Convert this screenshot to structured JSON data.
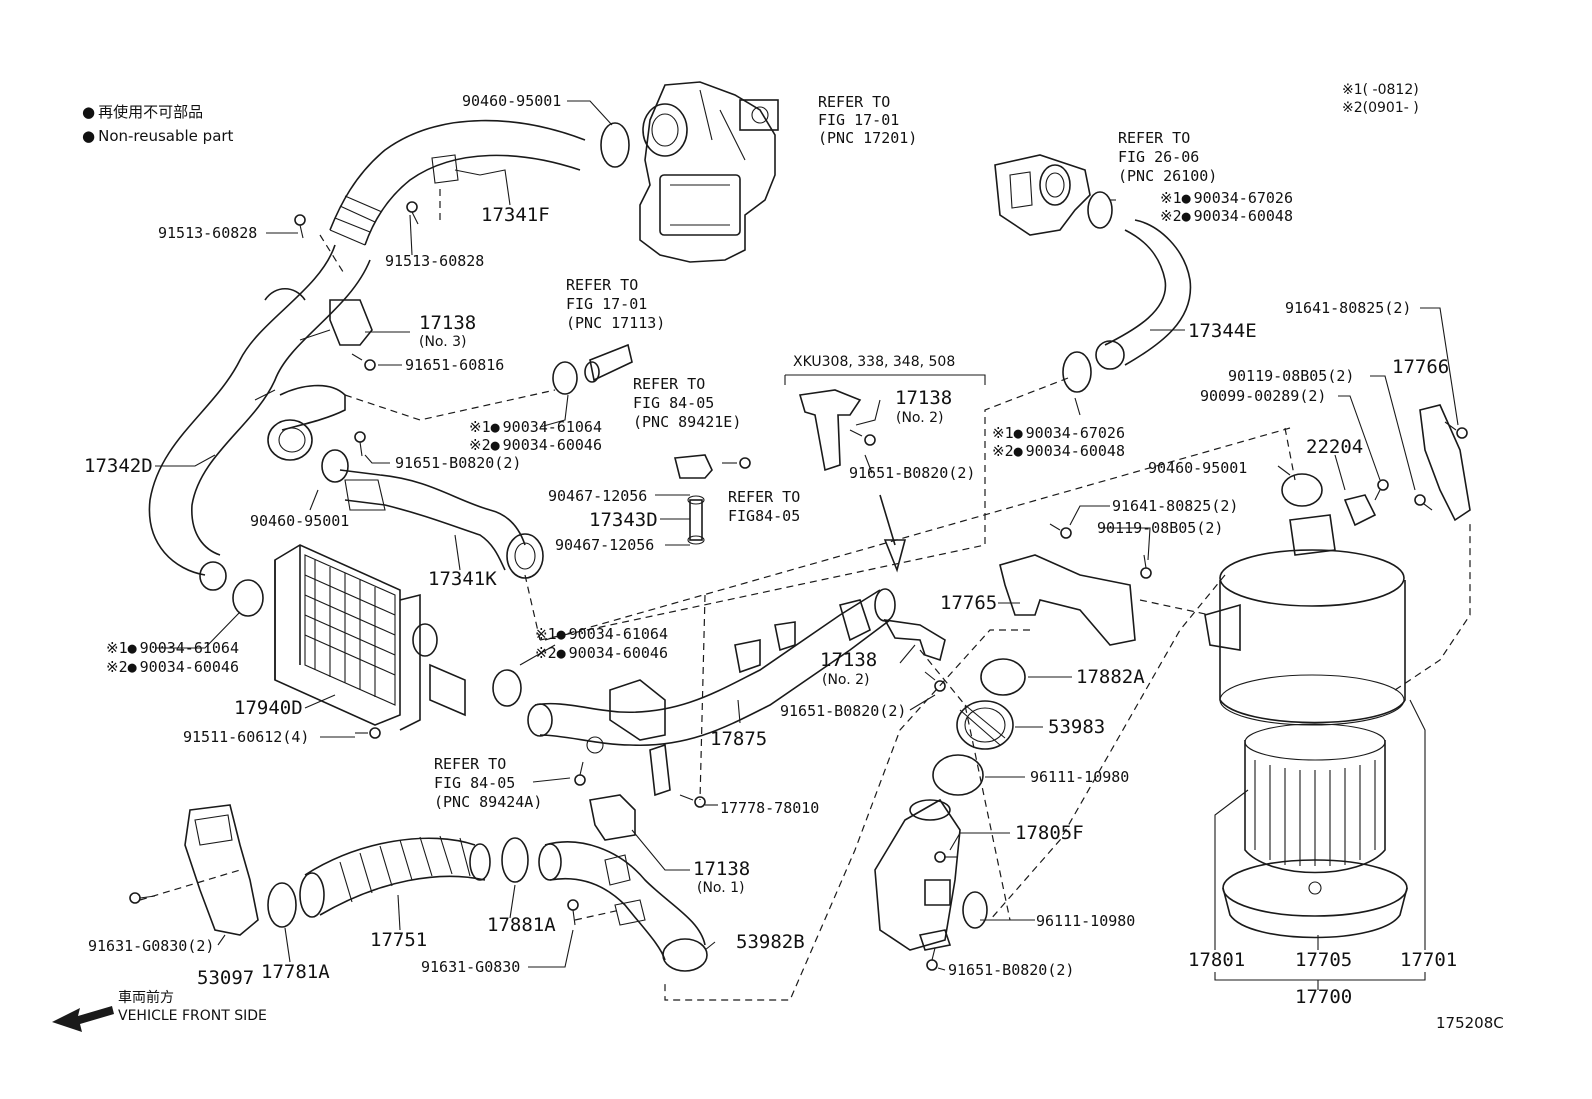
{
  "legend": {
    "jp": "再使用不可部品",
    "en": "Non-reusable part"
  },
  "applicability": {
    "note1": "※1(   -0812)",
    "note2": "※2(0901-   )"
  },
  "refer_notes": {
    "turbo": [
      "REFER TO",
      "FIG 17-01",
      "(PNC 17201)"
    ],
    "throttle": [
      "REFER TO",
      "FIG 26-06",
      "(PNC 26100)"
    ],
    "pipe": [
      "REFER TO",
      "FIG 17-01",
      "(PNC 17113)"
    ],
    "vsv": [
      "REFER TO",
      "FIG 84-05",
      "(PNC 89421E)"
    ],
    "hose": [
      "REFER TO",
      "FIG84-05"
    ],
    "sensor": [
      "REFER TO",
      "FIG 84-05",
      "(PNC 89424A)"
    ]
  },
  "models": "XKU308, 338, 348, 508",
  "parts": {
    "p90460_95001_top": "90460-95001",
    "p17341F": "17341F",
    "p91513_60828_a": "91513-60828",
    "p91513_60828_b": "91513-60828",
    "p17138_no3": "17138",
    "p17138_no3_sub": "(No. 3)",
    "p91651_60816": "91651-60816",
    "p90034_61064_a": "90034-61064",
    "p90034_60046_a": "90034-60046",
    "p91651_B0820_a": "91651-B0820(2)",
    "p17342D": "17342D",
    "p90460_95001_mid": "90460-95001",
    "p17341K": "17341K",
    "p90467_12056_a": "90467-12056",
    "p17343D": "17343D",
    "p90467_12056_b": "90467-12056",
    "p17138_no2_a": "17138",
    "p17138_no2_a_sub": "(No. 2)",
    "p91651_B0820_b": "91651-B0820(2)",
    "p90034_67026_a": "90034-67026",
    "p90034_60048_a": "90034-60048",
    "p17344E": "17344E",
    "p90034_67026_b": "90034-67026",
    "p90034_60048_b": "90034-60048",
    "p91641_80825_a": "91641-80825(2)",
    "p17766": "17766",
    "p90119_08B05_a": "90119-08B05(2)",
    "p90099_00289": "90099-00289(2)",
    "p22204": "22204",
    "p90460_95001_right": "90460-95001",
    "p91641_80825_b": "91641-80825(2)",
    "p90119_08B05_b": "90119-08B05(2)",
    "p17765": "17765",
    "p90034_61064_b": "90034-61064",
    "p90034_60046_b": "90034-60046",
    "p90034_61064_c": "90034-61064",
    "p90034_60046_c": "90034-60046",
    "p17940D": "17940D",
    "p91511_60612": "91511-60612(4)",
    "p17138_no2_b": "17138",
    "p17138_no2_b_sub": "(No. 2)",
    "p91651_B0820_c": "91651-B0820(2)",
    "p17875": "17875",
    "p17882A": "17882A",
    "p53983": "53983",
    "p96111_10980_a": "96111-10980",
    "p17778_78010": "17778-78010",
    "p17805F": "17805F",
    "p17138_no1": "17138",
    "p17138_no1_sub": "(No. 1)",
    "p96111_10980_b": "96111-10980",
    "p91631_G0830_a": "91631-G0830(2)",
    "p53097": "53097",
    "p17781A": "17781A",
    "p17751": "17751",
    "p17881A": "17881A",
    "p91631_G0830_b": "91631-G0830",
    "p53982B": "53982B",
    "p91651_B0820_d": "91651-B0820(2)",
    "p17801": "17801",
    "p17705": "17705",
    "p17701": "17701",
    "p17700": "17700"
  },
  "marks": {
    "m1": "※1",
    "m2": "※2"
  },
  "front": {
    "jp": "車両前方",
    "en": "VEHICLE FRONT SIDE"
  },
  "figure_id": "175208C"
}
